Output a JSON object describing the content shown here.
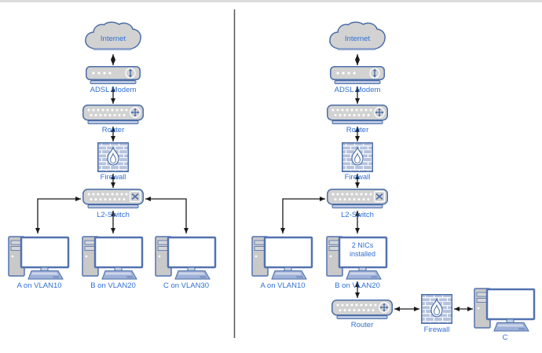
{
  "page": {
    "background": "#ffffff",
    "divider_color": "#555555"
  },
  "colors": {
    "label_text": "#2e6fd4",
    "device_fill": "#d2d2d2",
    "device_border": "#4a6da8",
    "device_base": "#b9c6e0",
    "monitor_border": "#5272b0",
    "keyboard_fill": "#9fb1d8",
    "firewall_brick": "#b6c3de",
    "arrow": "#1a1a1a"
  },
  "icons": {
    "internet-cloud": "cloud shape",
    "modem-updown-icon": "vertical double arrow in circle",
    "router-fourway-icon": "four-way arrows in circle",
    "switch-x-icon": "X crossed arrows in square",
    "firewall-flame-icon": "flame on brick wall"
  },
  "left_diagram": {
    "internet_label": "Internet",
    "modem_label": "ADSL Modem",
    "router_label": "Router",
    "firewall_label": "Firewall",
    "switch_label": "L2-Switch",
    "pc_a_label": "A on VLAN10",
    "pc_b_label": "B on VLAN20",
    "pc_c_label": "C on VLAN30"
  },
  "right_diagram": {
    "internet_label": "Internet",
    "modem_label": "ADSL Modem",
    "router_label": "Router",
    "firewall_label": "Firewall",
    "switch_label": "L2-Switch",
    "pc_a_label": "A on VLAN10",
    "pc_b_label": "B on VLAN20",
    "pc_b_note_line1": "2 NICs",
    "pc_b_note_line2": "installed",
    "router2_label": "Router",
    "firewall2_label": "Firewall",
    "pc_c_label": "C"
  }
}
